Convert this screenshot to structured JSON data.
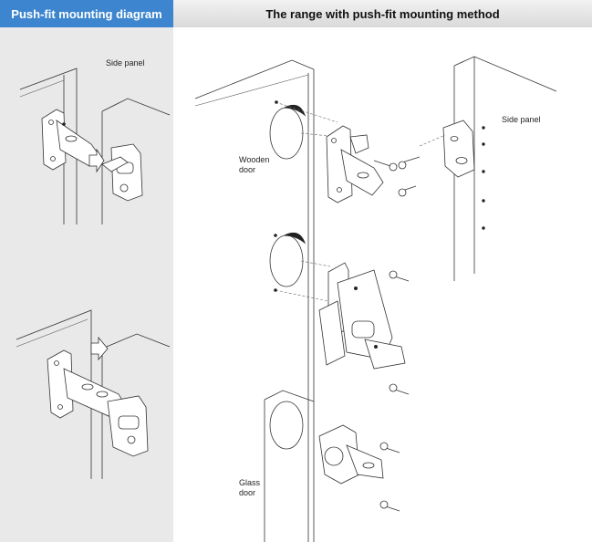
{
  "headers": {
    "left": "Push-fit mounting diagram",
    "right": "The range with push-fit mounting method"
  },
  "labels": {
    "side_panel_left": "Side  panel",
    "side_panel_right": "Side  panel",
    "wooden_door_line1": "Wooden",
    "wooden_door_line2": "door",
    "glass_door_line1": "Glass",
    "glass_door_line2": "door"
  },
  "colors": {
    "left_header_bg": "#3d86cf",
    "left_panel_bg": "#e9e9e9",
    "right_header_bg": "#dddddd"
  }
}
